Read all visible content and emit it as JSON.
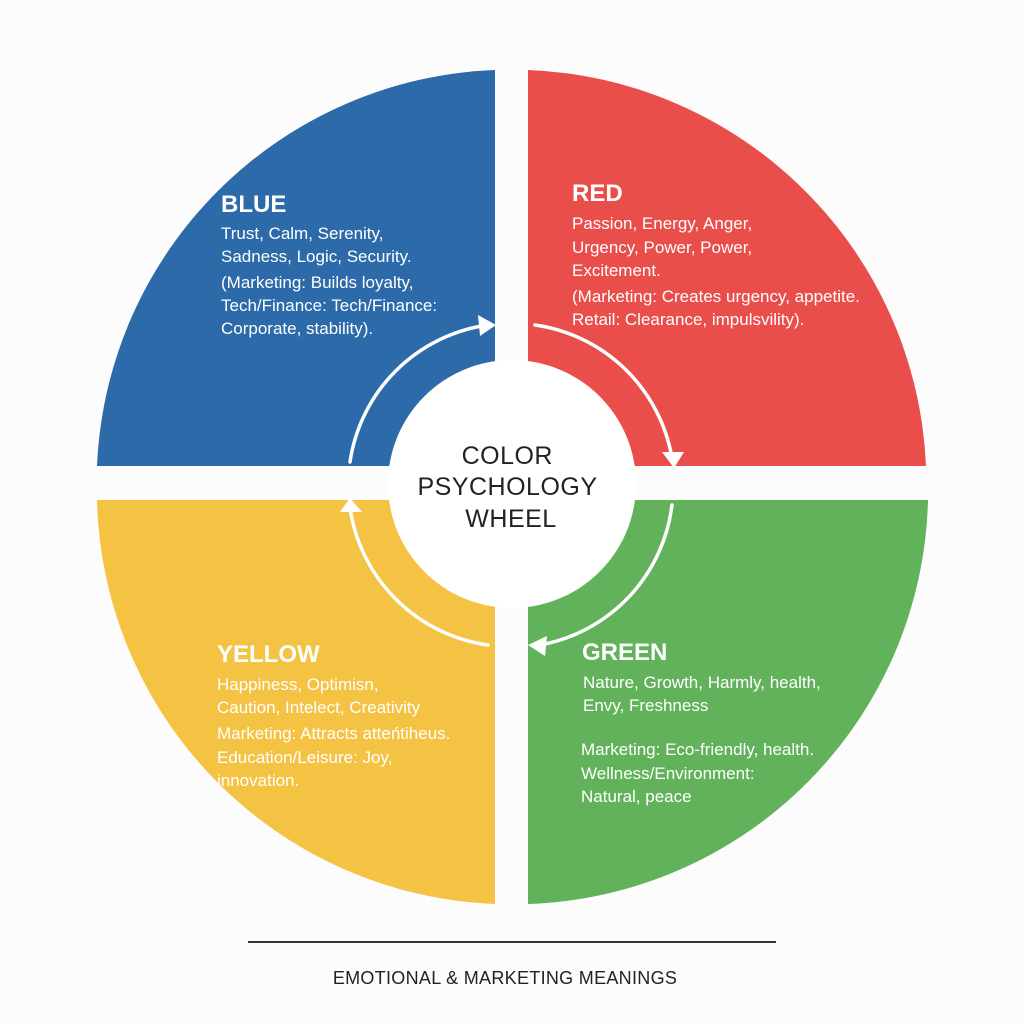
{
  "center": {
    "title_lines": [
      "COLOR",
      "PSYCHOLOGY",
      "WHEEL"
    ]
  },
  "quadrants": {
    "blue": {
      "title": "BLUE",
      "color": "#2c6aa9",
      "emotions": [
        "Trust, Calm, Serenity,",
        "Sadness, Logic, Security."
      ],
      "marketing": [
        "(Marketing: Builds loyalty,",
        "Tech/Finance: Tech/Finance:",
        "Corporate, stability)."
      ]
    },
    "red": {
      "title": "RED",
      "color": "#e94e4b",
      "emotions": [
        "Passion, Energy, Anger,",
        "Urgency, Power, Power,",
        "Excitement."
      ],
      "marketing": [
        "(Marketing: Creates urgency, appetite.",
        "Retail: Clearance, impulsvility)."
      ]
    },
    "yellow": {
      "title": "YELLOW",
      "color": "#f5c343",
      "emotions": [
        "Happiness, Optimisn,",
        "Caution, Intelect, Creativity"
      ],
      "marketing": [
        "Marketing: Attracts atteńtiheus.",
        "Education/Leisure: Joy,",
        "innovation."
      ]
    },
    "green": {
      "title": "GREEN",
      "color": "#62b25c",
      "emotions": [
        "Nature, Growth, Harmly, health,",
        "Envy, Freshness"
      ],
      "marketing": [
        "Marketing: Eco-friendly, health.",
        "Wellness/Environment:",
        "Natural, peace"
      ]
    }
  },
  "footer": {
    "caption": "EMOTIONAL & MARKETING MEANINGS"
  },
  "colors": {
    "background": "#fcfcfc",
    "text_dark": "#222222",
    "text_light": "#ffffff",
    "rule": "#333333"
  }
}
